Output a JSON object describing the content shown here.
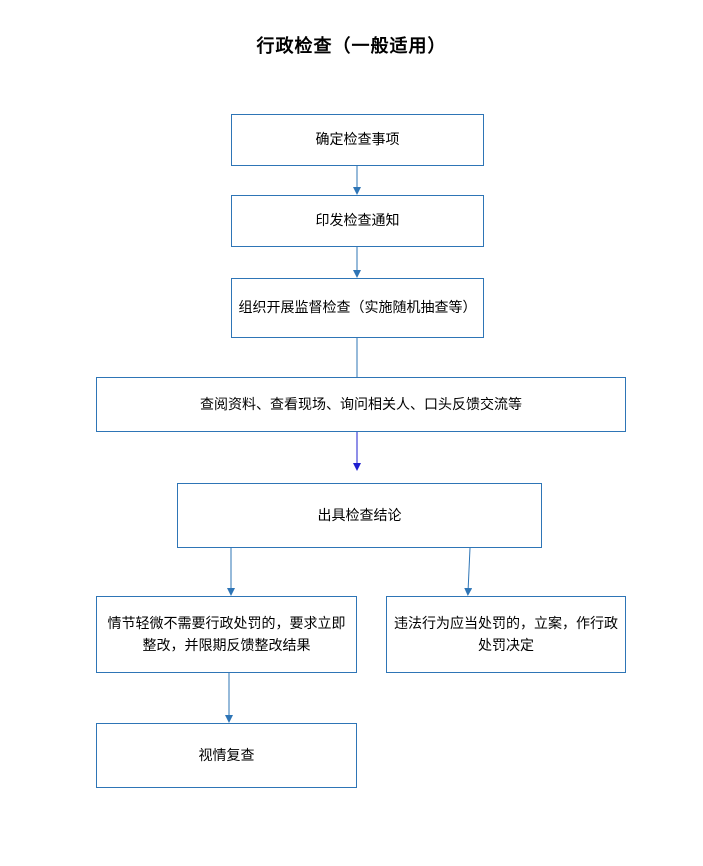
{
  "title": "行政检查（一般适用）",
  "colors": {
    "box_border": "#2e75b6",
    "arrow": "#2e75b6",
    "arrow_alt": "#1f1fd0"
  },
  "steps": {
    "s1": "确定检查事项",
    "s2": "印发检查通知",
    "s3": "组织开展监督检查（实施随机抽查等）",
    "s4": "查阅资料、查看现场、询问相关人、口头反馈交流等",
    "s5": "出具检查结论",
    "s6_line1": "情节轻微不需要行政处罚的，要求立即",
    "s6_line2": "整改，并限期反馈整改结果",
    "s7_line1": "违法行为应当处罚的，立案，作行政",
    "s7_line2": "处罚决定",
    "s8": "视情复查"
  }
}
